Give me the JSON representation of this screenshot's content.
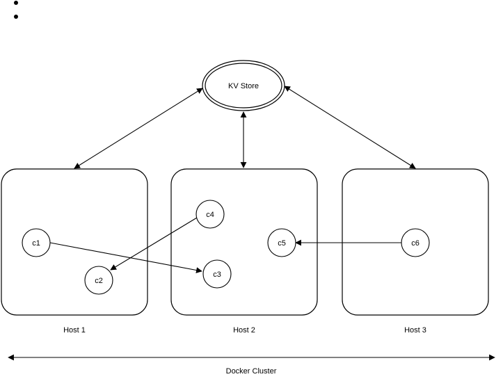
{
  "list": {
    "bullets": [
      "",
      ""
    ]
  },
  "diagram": {
    "kv_store": "KV Store",
    "hosts": [
      {
        "label": "Host 1"
      },
      {
        "label": "Host 2"
      },
      {
        "label": "Host 3"
      }
    ],
    "containers": [
      {
        "label": "c1",
        "host": "Host 1"
      },
      {
        "label": "c2",
        "host": "Host 1"
      },
      {
        "label": "c4",
        "host": "Host 2"
      },
      {
        "label": "c3",
        "host": "Host 2"
      },
      {
        "label": "c5",
        "host": "Host 2"
      },
      {
        "label": "c6",
        "host": "Host 3"
      }
    ],
    "connections": [
      {
        "from": "KV Store",
        "to": "Host 1",
        "direction": "both"
      },
      {
        "from": "KV Store",
        "to": "Host 2",
        "direction": "both"
      },
      {
        "from": "KV Store",
        "to": "Host 3",
        "direction": "both"
      },
      {
        "from": "c1",
        "to": "c3",
        "direction": "forward"
      },
      {
        "from": "c4",
        "to": "c2",
        "direction": "forward"
      },
      {
        "from": "c6",
        "to": "c5",
        "direction": "forward"
      }
    ],
    "cluster_label": "Docker Cluster"
  }
}
